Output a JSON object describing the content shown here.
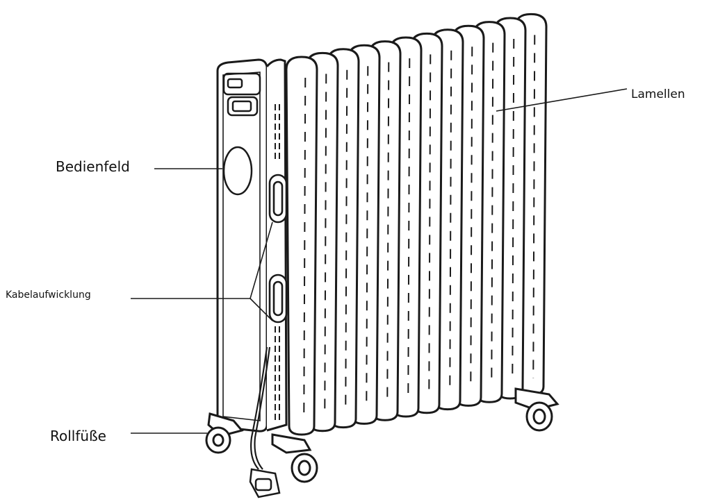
{
  "labels": {
    "control_panel": "Bedienfeld",
    "cable_winding": "Kabelaufwicklung",
    "castor_feet": "Rollfüße",
    "fins": "Lamellen"
  },
  "diagram": {
    "fin_count": 12,
    "stroke_color": "#1a1a1a",
    "fill_color": "#ffffff"
  }
}
